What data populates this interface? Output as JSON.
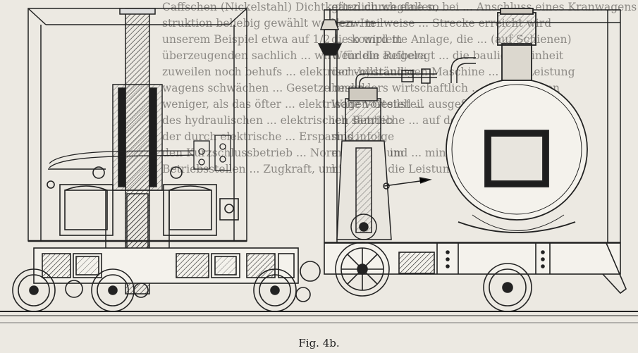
{
  "caption": "Fig. 4b.",
  "bleed_lines_left": [
    "Caffschen (Nickelstahl) Dichtketten durch eine so",
    "struktion beliebig gewählt werden. Im",
    "unserem Beispiel etwa auf 1/2 ... so wird m",
    "überzeugenden sachlich ... wird für die Reibera",
    "zuweilen noch behufs ... elektrisch-hydraulisc",
    "wagens schwächen ... Gesetze und d",
    "weniger, als das öfter ... elektrische Vorteilsteil",
    "des hydraulischen ... elektrischen Betrieb",
    "der durch elektrische ... Ersparnis infolge",
    "den Kurzschlussbetrieb ... Normalfolgen im",
    "Betriebsstellen ... Zugkraft, um"
  ],
  "bleed_lines_right": [
    "gänzlich wegfallen, bei ... Anschluss eines Kranwagens",
    "bezw. teilweise ... Strecke erreicht wird",
    "die komplette Anlage, die ... (auf Schienen)",
    "Wendeln aufgelegt ... die bauliche Einheit",
    "der vollständigen Maschine ... und Leistung",
    "besonders wirtschaftlich ... die gesamten",
    "Wagen-Gestell ... ausgeführt und damit",
    "ich sämtliche ... auf dem Führerstand ange-",
    "sind.",
    "e weitere und ... minder vorteilhafte Ver-",
    "hierbei ... die Leistung der Lokomotive ..."
  ]
}
